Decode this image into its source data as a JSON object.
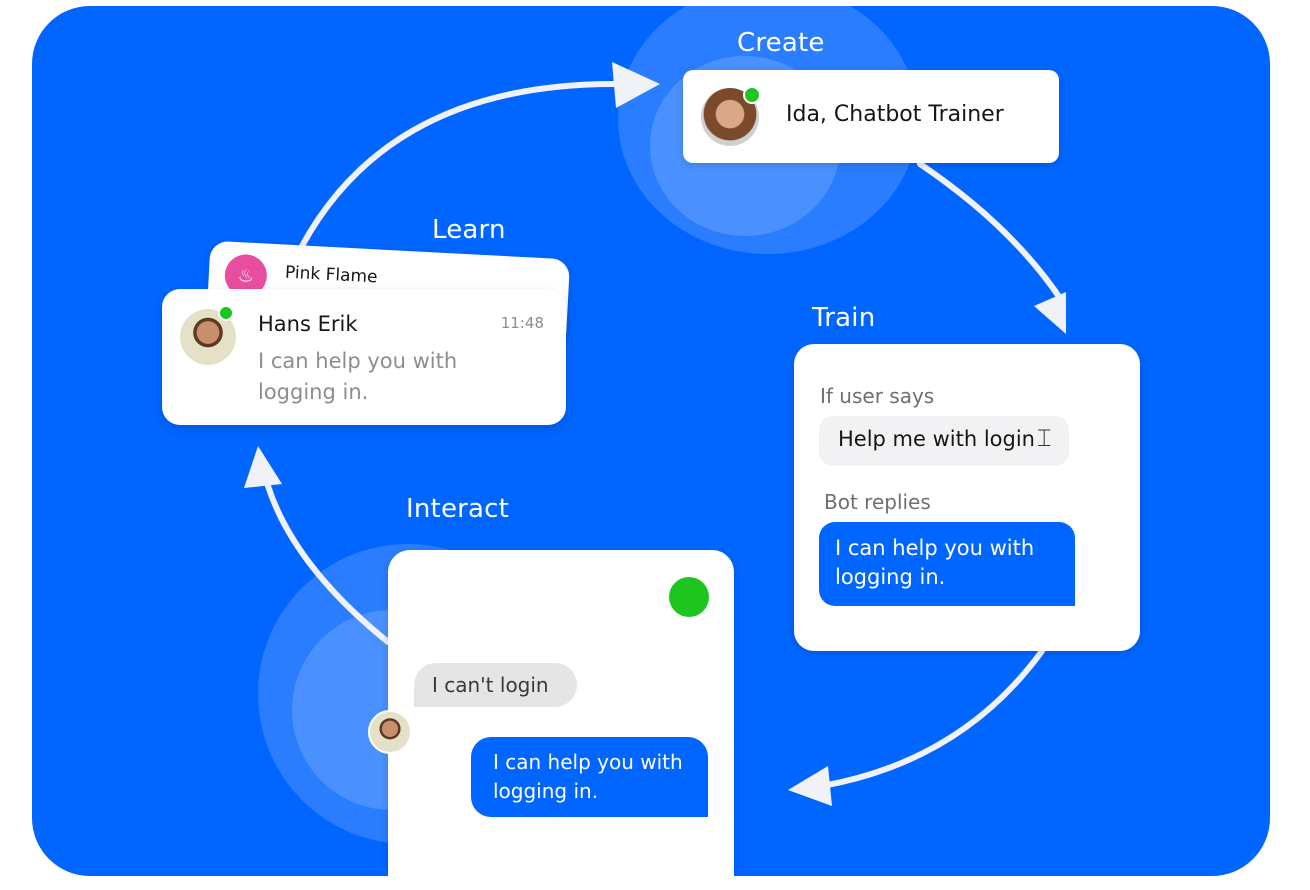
{
  "colors": {
    "brand_blue": "#0066ff",
    "online_green": "#1ec51e",
    "pink_flame": "#e84ea0",
    "arrow_white": "#f0f2f7"
  },
  "stages": {
    "create": "Create",
    "train": "Train",
    "interact": "Interact",
    "learn": "Learn"
  },
  "create_card": {
    "name": "Ida, Chatbot Trainer",
    "avatar_icon": "person-avatar-icon",
    "online": true
  },
  "learn_cards": {
    "back": {
      "name": "Pink Flame",
      "icon": "flame-icon"
    },
    "front": {
      "name": "Hans Erik",
      "time": "11:48",
      "message": "I can help you with logging in.",
      "online": true
    }
  },
  "train_card": {
    "user_label": "If user says",
    "user_input": "Help me with login",
    "cursor_icon": "text-cursor-icon",
    "bot_label": "Bot replies",
    "bot_reply": "I can help you with logging in."
  },
  "interact_card": {
    "user_message": "I can't login",
    "bot_message": "I can help you with logging in.",
    "status_icon": "online-status-icon"
  }
}
